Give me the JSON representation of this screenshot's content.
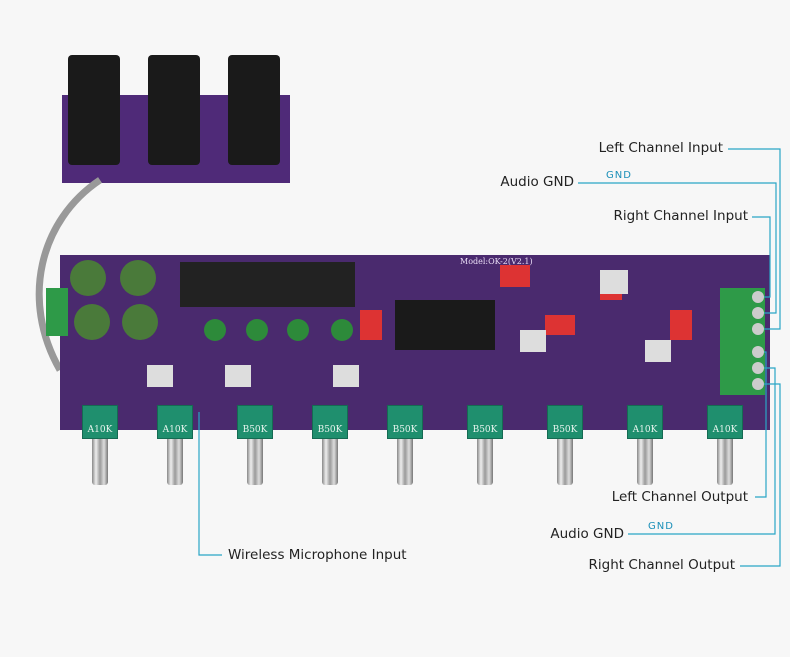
{
  "labels": {
    "left_input": "Left Channel Input",
    "audio_gnd_in": "Audio GND",
    "gnd_in": "GND",
    "right_input": "Right Channel Input",
    "left_output": "Left Channel Output",
    "audio_gnd_out": "Audio GND",
    "gnd_out": "GND",
    "right_output": "Right Channel Output",
    "mic_input": "Wireless Microphone Input"
  },
  "board": {
    "model": "Model:OK-2(V2.1)"
  },
  "pots": [
    "A10K",
    "A10K",
    "B50K",
    "B50K",
    "B50K",
    "B50K",
    "B50K",
    "A10K",
    "A10K"
  ],
  "colors": {
    "line": "#2aa6c6",
    "board": "#4a2a6e",
    "terminal": "#2e9a48"
  }
}
